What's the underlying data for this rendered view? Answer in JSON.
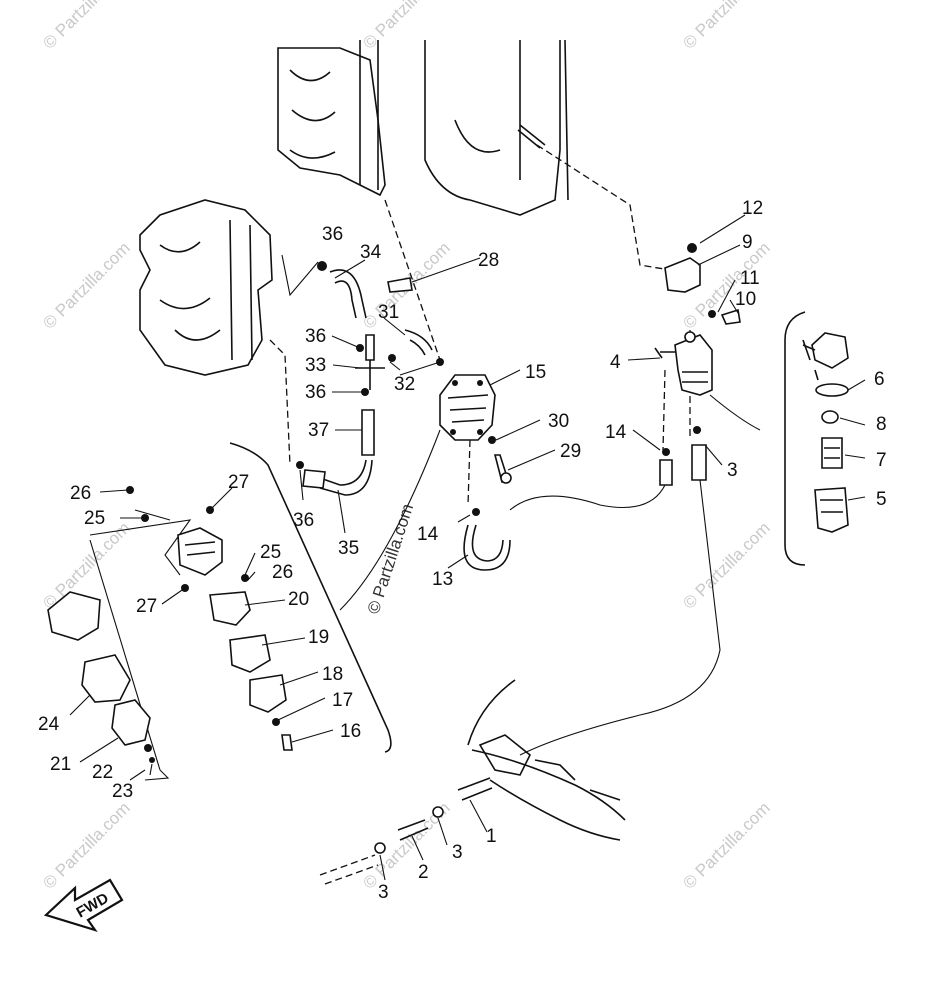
{
  "watermark": "© Partzilla.com",
  "fwd_label": "FWD",
  "callouts": [
    {
      "id": "c1",
      "text": "1"
    },
    {
      "id": "c2",
      "text": "2"
    },
    {
      "id": "c3a",
      "text": "3"
    },
    {
      "id": "c3b",
      "text": "3"
    },
    {
      "id": "c3c",
      "text": "3"
    },
    {
      "id": "c4",
      "text": "4"
    },
    {
      "id": "c5",
      "text": "5"
    },
    {
      "id": "c6",
      "text": "6"
    },
    {
      "id": "c7",
      "text": "7"
    },
    {
      "id": "c8",
      "text": "8"
    },
    {
      "id": "c9",
      "text": "9"
    },
    {
      "id": "c10",
      "text": "10"
    },
    {
      "id": "c11",
      "text": "11"
    },
    {
      "id": "c12",
      "text": "12"
    },
    {
      "id": "c13",
      "text": "13"
    },
    {
      "id": "c14a",
      "text": "14"
    },
    {
      "id": "c14b",
      "text": "14"
    },
    {
      "id": "c15",
      "text": "15"
    },
    {
      "id": "c16",
      "text": "16"
    },
    {
      "id": "c17",
      "text": "17"
    },
    {
      "id": "c18",
      "text": "18"
    },
    {
      "id": "c19",
      "text": "19"
    },
    {
      "id": "c20",
      "text": "20"
    },
    {
      "id": "c21",
      "text": "21"
    },
    {
      "id": "c22",
      "text": "22"
    },
    {
      "id": "c23",
      "text": "23"
    },
    {
      "id": "c24",
      "text": "24"
    },
    {
      "id": "c25a",
      "text": "25"
    },
    {
      "id": "c25b",
      "text": "25"
    },
    {
      "id": "c26a",
      "text": "26"
    },
    {
      "id": "c26b",
      "text": "26"
    },
    {
      "id": "c27a",
      "text": "27"
    },
    {
      "id": "c27b",
      "text": "27"
    },
    {
      "id": "c28",
      "text": "28"
    },
    {
      "id": "c29",
      "text": "29"
    },
    {
      "id": "c30",
      "text": "30"
    },
    {
      "id": "c31",
      "text": "31"
    },
    {
      "id": "c32",
      "text": "32"
    },
    {
      "id": "c33",
      "text": "33"
    },
    {
      "id": "c34",
      "text": "34"
    },
    {
      "id": "c35",
      "text": "35"
    },
    {
      "id": "c36a",
      "text": "36"
    },
    {
      "id": "c36b",
      "text": "36"
    },
    {
      "id": "c36c",
      "text": "36"
    },
    {
      "id": "c36d",
      "text": "36"
    },
    {
      "id": "c37",
      "text": "37"
    }
  ]
}
